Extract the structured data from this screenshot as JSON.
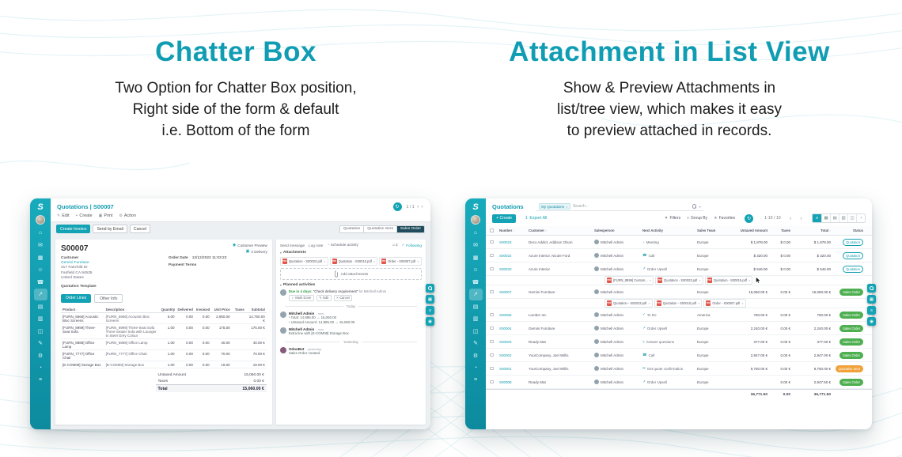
{
  "colors": {
    "accent_teal": "#14a3b4",
    "badge_green": "#4daf50",
    "badge_amber": "#f0a13a",
    "pdf_red": "#e2574c"
  },
  "hero": {
    "left_title": "Chatter Box",
    "left_line1": "Two Option for Chatter Box position,",
    "left_line2": "Right side of the form & default",
    "left_line3": "i.e. Bottom of the form",
    "right_title": "Attachment in List View",
    "right_line1": "Show & Preview Attachments in",
    "right_line2": "list/tree view, which makes it easy",
    "right_line3": "to preview attached in records."
  },
  "form": {
    "breadcrumb": "Quotations | S00007",
    "edit": "Edit",
    "create": "Create",
    "print": "Print",
    "action": "Action",
    "pager": "1 / 1",
    "btn_create_invoice": "Create Invoice",
    "btn_send_email": "Send by Email",
    "btn_cancel": "Cancel",
    "status_quotation": "Quotation",
    "status_sent": "Quotation Sent",
    "status_order": "Sales Order",
    "smart_preview": "Customer Preview",
    "smart_delivery": "2 Delivery",
    "name": "S00007",
    "customer_label": "Customer",
    "customer": "Gemini Furniture",
    "addr1": "317 Fairchild Dr",
    "addr2": "Fairfield CA 94535",
    "addr3": "United States",
    "tmpl_label": "Quotation Template",
    "order_date_label": "Order Date",
    "order_date": "12/12/2022 11:03:23",
    "payment_terms_label": "Payment Terms",
    "tab_lines": "Order Lines",
    "tab_other": "Other Info",
    "h_product": "Product",
    "h_desc": "Description",
    "h_qty": "Quantity",
    "h_delivered": "Delivered",
    "h_invoiced": "Invoiced",
    "h_unit": "Unit Price",
    "h_taxes": "Taxes",
    "h_subtotal": "Subtotal",
    "rows": [
      {
        "p": "[FURN_6666] Acoustic Bloc Screens",
        "d": "[FURN_6666] Acoustic Bloc Screens",
        "q": "5.00",
        "del": "0.00",
        "inv": "0.00",
        "u": "2,950.00",
        "t": "",
        "s": "14,750.00 €"
      },
      {
        "p": "[FURN_8999] Three-Seat Sofa",
        "d": "[FURN_8999] Three-Seat Sofa Three-Seater Sofa with Lounger in Steel Grey Colour",
        "q": "1.00",
        "del": "0.00",
        "inv": "0.00",
        "u": "175.00",
        "t": "",
        "s": "175.00 €"
      },
      {
        "p": "[FURN_8888] Office Lamp",
        "d": "[FURN_8888] Office Lamp",
        "q": "1.00",
        "del": "0.00",
        "inv": "0.00",
        "u": "40.00",
        "t": "",
        "s": "40.00 €"
      },
      {
        "p": "[FURN_7777] Office Chair",
        "d": "[FURN_7777] Office Chair",
        "q": "1.00",
        "del": "0.00",
        "inv": "0.00",
        "u": "70.00",
        "t": "",
        "s": "70.00 €"
      },
      {
        "p": "[E-COM08] Storage Box",
        "d": "[E-COM08] Storage Box",
        "q": "1.00",
        "del": "0.00",
        "inv": "0.00",
        "u": "19.00",
        "t": "",
        "s": "19.00 €"
      }
    ],
    "untaxed_label": "Untaxed Amount",
    "untaxed": "15,060.00 €",
    "taxes_label": "Taxes",
    "taxes": "0.00 €",
    "total_label": "Total",
    "total": "15,060.00 €"
  },
  "chatter": {
    "send_message": "Send message",
    "log_note": "Log note",
    "schedule": "Schedule activity",
    "followers": "2",
    "following": "Following",
    "attachments_title": "Attachments",
    "att1": "Quotation - S00023.pdf",
    "att2": "Quotation - S00010.pdf",
    "att3": "Order - S00007.pdf",
    "add_attachments": "Add attachments",
    "planned_title": "Planned activities",
    "due": "Due in 4 days:",
    "due_summary": "“Check delivery requirement”",
    "due_for": "for Mitchell Admin",
    "mark_done": "Mark Done",
    "edit": "Edit",
    "cancel": "Cancel",
    "today": "Today",
    "yesterday": "Yesterday",
    "m1_author": "Mitchell Admin",
    "m1_time": "- now",
    "m1_line1": "Total: 14,985.00 → 15,060.00",
    "m1_line2": "Untaxed Amount: 14,985.00 → 15,060.00",
    "m2_author": "Mitchell Admin",
    "m2_time": "- now",
    "m2_line1": "Extra line with [E-COM08] Storage Box",
    "m3_author": "OdooBot",
    "m3_time": "- yesterday",
    "m3_line1": "Sales Order created"
  },
  "list": {
    "title": "Quotations",
    "facet": "My Quotations",
    "search_placeholder": "Search...",
    "create": "Create",
    "export_all": "Export All",
    "filters": "Filters",
    "group_by": "Group By",
    "favorites": "Favorites",
    "pager": "1-10 / 10",
    "h_number": "Number",
    "h_customer": "Customer",
    "h_salesperson": "Salesperson",
    "h_activity": "Next Activity",
    "h_team": "Sales Team",
    "h_untaxed": "Untaxed Amount",
    "h_taxes": "Taxes",
    "h_total": "Total",
    "h_status": "Status",
    "rows": [
      {
        "number": "S00023",
        "customer": "Deco Addict, Addison Olson",
        "salesperson": "Mitchell Admin",
        "activity": "Meeting",
        "act_icon": "meeting-icon",
        "team": "Europe",
        "untaxed": "$ 1,878.00",
        "taxes": "$ 0.00",
        "total": "$ 1,878.00",
        "status": "Quotation",
        "variant": "quotation"
      },
      {
        "number": "S00022",
        "customer": "Azure Interior, Nicole Ford",
        "salesperson": "Mitchell Admin",
        "activity": "Call",
        "act_icon": "call-icon",
        "team": "Europe",
        "untaxed": "$ 320.00",
        "taxes": "$ 0.00",
        "total": "$ 320.00",
        "status": "Quotation",
        "variant": "quotation"
      },
      {
        "number": "S00020",
        "customer": "Azure Interior",
        "salesperson": "Mitchell Admin",
        "activity": "Order Upsell",
        "act_icon": "upsell-icon",
        "team": "Europe",
        "untaxed": "$ 546.00",
        "taxes": "$ 0.00",
        "total": "$ 546.00",
        "status": "Quotation",
        "variant": "quotation"
      },
      {
        "number": "S00007",
        "customer": "Gemini Furniture",
        "salesperson": "Mitchell Admin",
        "activity": "",
        "act_icon": "",
        "team": "Europe",
        "untaxed": "15,060.00 €",
        "taxes": "0.00 €",
        "total": "15,060.00 €",
        "status": "Sales Order",
        "variant": "order"
      },
      {
        "number": "S00006",
        "customer": "Lumber Inc",
        "salesperson": "Mitchell Admin",
        "activity": "To Do",
        "act_icon": "todo-icon",
        "team": "America",
        "untaxed": "750.00 €",
        "taxes": "0.00 €",
        "total": "750.00 €",
        "status": "Sales Order",
        "variant": "order"
      },
      {
        "number": "S00004",
        "customer": "Gemini Furniture",
        "salesperson": "Mitchell Admin",
        "activity": "Order Upsell",
        "act_icon": "upsell-icon",
        "team": "Europe",
        "untaxed": "2,240.00 €",
        "taxes": "0.00 €",
        "total": "2,240.00 €",
        "status": "Sales Order",
        "variant": "order"
      },
      {
        "number": "S00003",
        "customer": "Ready Mat",
        "salesperson": "Mitchell Admin",
        "activity": "Answer questions",
        "act_icon": "question-icon",
        "team": "Europe",
        "untaxed": "377.00 €",
        "taxes": "0.00 €",
        "total": "377.00 €",
        "status": "Sales Order",
        "variant": "order"
      },
      {
        "number": "S00002",
        "customer": "YourCompany, Joel Willis",
        "salesperson": "Mitchell Admin",
        "activity": "Call",
        "act_icon": "call-icon",
        "team": "Europe",
        "untaxed": "2,947.00 €",
        "taxes": "0.00 €",
        "total": "2,947.00 €",
        "status": "Sales Order",
        "variant": "order"
      },
      {
        "number": "S00001",
        "customer": "YourCompany, Joel Willis",
        "salesperson": "Mitchell Admin",
        "activity": "Get quote confirmation",
        "act_icon": "mail-icon",
        "team": "Europe",
        "untaxed": "9,750.00 €",
        "taxes": "0.00 €",
        "total": "9,750.00 €",
        "status": "Quotation Sent",
        "variant": "sent"
      },
      {
        "number": "S00008",
        "customer": "Ready Mat",
        "salesperson": "Mitchell Admin",
        "activity": "Order Upsell",
        "act_icon": "upsell-icon",
        "team": "Europe",
        "untaxed": "2,947.50 €",
        "taxes": "0.00 €",
        "total": "2,947.50 €",
        "status": "Sales Order",
        "variant": "order"
      }
    ],
    "strip1_chip1": "[FURN_8999] Custom...",
    "strip1_chip2": "Quotation - S00023.pdf",
    "strip1_chip3": "Quotation - S00015.pdf",
    "strip2_chip1": "Quotation - S00023.pdf",
    "strip2_chip2": "Quotation - S00010.pdf",
    "strip2_chip3": "Order - S00007.pdf",
    "f_untaxed": "36,771.50",
    "f_taxes": "0.00",
    "f_total": "36,771.50"
  }
}
